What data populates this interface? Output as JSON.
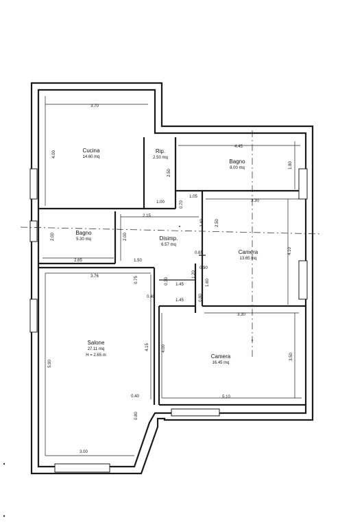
{
  "rooms": {
    "cucina": {
      "name": "Cucina",
      "area": "14.60 mq"
    },
    "rip": {
      "name": "Rip.",
      "area": "2.50 mq"
    },
    "bagno1": {
      "name": "Bagno",
      "area": "8.00 mq"
    },
    "bagno2": {
      "name": "Bagno",
      "area": "5.30 mq"
    },
    "disimp": {
      "name": "Disimp.",
      "area": "6.57 mq"
    },
    "camera1": {
      "name": "Camera",
      "area": "13.65 mq"
    },
    "salone": {
      "name": "Salone",
      "area": "27.11 mq",
      "height": "H = 2.65 m"
    },
    "camera2": {
      "name": "Camera",
      "area": "16.45 mq"
    }
  },
  "dims": {
    "d370": "3.70",
    "d400a": "4.00",
    "d250a": "2.50",
    "d100": "1.00",
    "d070": "0.70",
    "d445": "4.45",
    "d180": "1.80",
    "d105": "1.05",
    "d330a": "3.30",
    "d215": "2.15",
    "d240": "2.40",
    "d250b": "2.50",
    "d410": "4.10",
    "d200a": "2.00",
    "d200b": "2.00",
    "d265": "2.65",
    "d150": "1.50",
    "d090": "0.90",
    "d075": "0.75",
    "d040a": "0.40",
    "d030": "0.30",
    "d145a": "1.45",
    "d145b": "1.45",
    "d120": "1.20",
    "d160": "1.60",
    "d376": "3.76",
    "d590": "5.90",
    "d415": "4.15",
    "d400b": "4.00",
    "d330b": "3.30",
    "d350": "3.50",
    "d040b": "0.40",
    "d510": "5.10",
    "d080": "0.80",
    "d300": "3.00",
    "d065": "0.65",
    "d080b": "0.80"
  }
}
